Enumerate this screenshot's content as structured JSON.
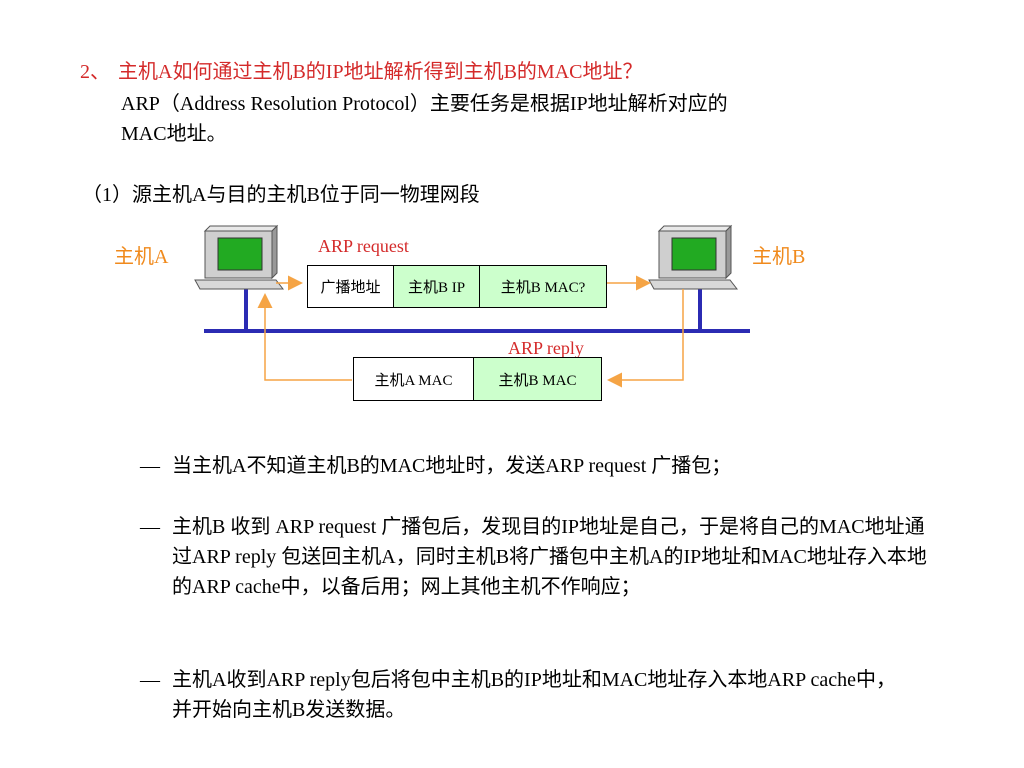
{
  "heading": {
    "number": "2、",
    "question": "主机A如何通过主机B的IP地址解析得到主机B的MAC地址？"
  },
  "intro": {
    "line1": "ARP（Address Resolution Protocol）主要任务是根据IP地址解析对应的",
    "line2": "MAC地址。"
  },
  "subheading": "（1）源主机A与目的主机B位于同一物理网段",
  "diagram": {
    "host_a_label": "主机A",
    "host_b_label": "主机B",
    "request_label": "ARP request",
    "reply_label": "ARP reply",
    "request_fields": [
      "广播地址",
      "主机B IP",
      "主机B  MAC?"
    ],
    "reply_fields": [
      "主机A  MAC",
      "主机B  MAC"
    ],
    "colors": {
      "bus": "#2b2bb3",
      "arrow": "#f5a445",
      "red_text": "#d42a2a",
      "field_green": "#ccffcc",
      "screen_green": "#22aa22"
    }
  },
  "bullets": [
    {
      "dash": "—",
      "text": "当主机A不知道主机B的MAC地址时，发送ARP request 广播包；"
    },
    {
      "dash": "—",
      "text": "主机B 收到 ARP request 广播包后，发现目的IP地址是自己，于是将自己的MAC地址通过ARP reply 包送回主机A，同时主机B将广播包中主机A的IP地址和MAC地址存入本地的ARP cache中，以备后用；网上其他主机不作响应；"
    },
    {
      "dash": "—",
      "text": "主机A收到ARP reply包后将包中主机B的IP地址和MAC地址存入本地ARP cache中，并开始向主机B发送数据。"
    }
  ]
}
